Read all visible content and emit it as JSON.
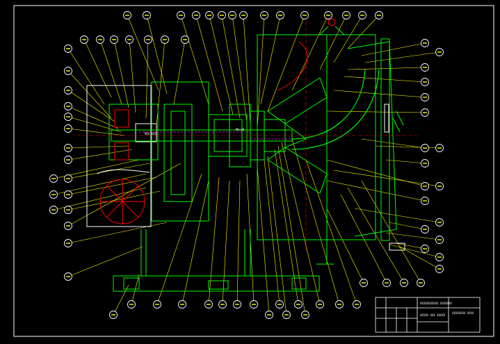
{
  "drawing": {
    "labels": {
      "shaft_left": "M16 X35",
      "shaft_right": "M6×30"
    },
    "title_block": {
      "main_title": "XXXXXXXXXXX XXXXXXX",
      "drawing_no": "XXXXXXXX XXXX",
      "sub_row": "XXXXX XXX XXXXX"
    },
    "colors": {
      "background": "#000000",
      "outline": "#00ff00",
      "leader": "#ffff00",
      "balloon": "#ffffff",
      "center": "#ff0000",
      "hidden": "#ff00ff",
      "frame": "#ffffff",
      "dimension": "#00ffff"
    }
  }
}
